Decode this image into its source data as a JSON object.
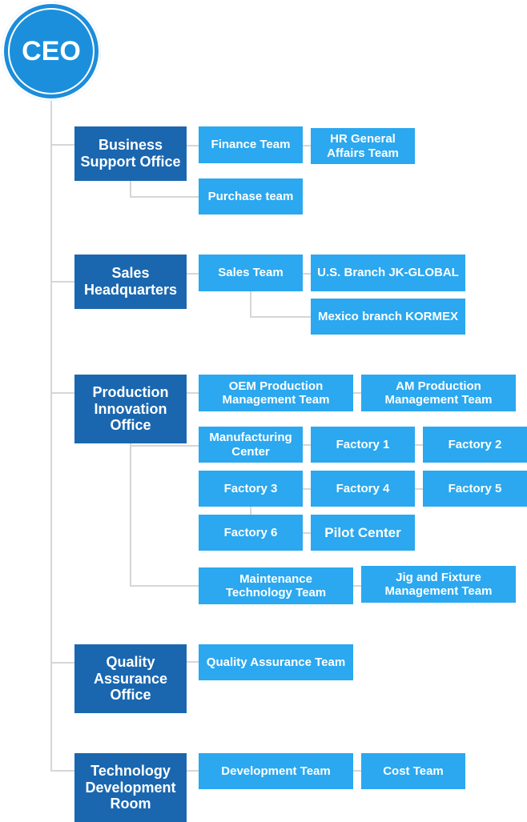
{
  "ceo": {
    "label": "CEO"
  },
  "colors": {
    "ceo": "#1b8fdc",
    "department": "#1a67b0",
    "team": "#2ba8ef",
    "connector": "#d6d6d6"
  },
  "business_support": {
    "name": "Business\nSupport Office",
    "teams": [
      "Finance Team",
      "HR General\nAffairs Team",
      "Purchase team"
    ]
  },
  "sales": {
    "name": "Sales\nHeadquarters",
    "teams": [
      "Sales Team",
      "U.S. Branch JK-GLOBAL",
      "Mexico branch KORMEX"
    ]
  },
  "production": {
    "name": "Production\nInnovation\nOffice",
    "teams": [
      "OEM Production\nManagement Team",
      "AM Production\nManagement Team",
      "Manufacturing\nCenter",
      "Factory 1",
      "Factory 2",
      "Factory 3",
      "Factory 4",
      "Factory 5",
      "Factory 6",
      "Pilot Center",
      "Maintenance\nTechnology Team",
      "Jig and Fixture\nManagement Team"
    ]
  },
  "quality": {
    "name": "Quality\nAssurance\nOffice",
    "teams": [
      "Quality Assurance Team"
    ]
  },
  "technology": {
    "name": "Technology\nDevelopment\nRoom",
    "teams": [
      "Development Team",
      "Cost Team"
    ]
  }
}
